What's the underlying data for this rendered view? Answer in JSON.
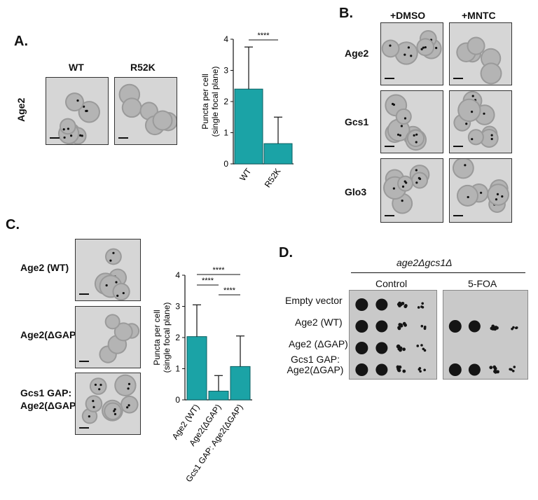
{
  "panels": {
    "A": {
      "letter": "A.",
      "row_label": "Age2",
      "col_labels": [
        "WT",
        "R52K"
      ]
    },
    "B": {
      "letter": "B.",
      "col_labels": [
        "+DMSO",
        "+MNTC"
      ],
      "row_labels": [
        "Age2",
        "Gcs1",
        "Glo3"
      ]
    },
    "C": {
      "letter": "C.",
      "row_labels": [
        "Age2 (WT)",
        "Age2(ΔGAP)",
        "Gcs1 GAP:\nAge2(ΔGAP)"
      ]
    },
    "D": {
      "letter": "D.",
      "strain": "age2Δgcs1Δ",
      "conditions": [
        "Control",
        "5-FOA"
      ],
      "rows": [
        "Empty vector",
        "Age2 (WT)",
        "Age2 (ΔGAP)",
        "Gcs1 GAP:\nAge2(ΔGAP)"
      ],
      "growth_control": [
        4,
        4,
        4,
        4
      ],
      "growth_5foa": [
        0,
        4,
        0,
        4
      ]
    }
  },
  "colors": {
    "bar": "#1ba3a6",
    "bar_stroke": "#0b5f61",
    "plate_bg": "#c9c9c9"
  },
  "chart_data": [
    {
      "type": "bar",
      "panel": "A",
      "categories": [
        "WT",
        "R52K"
      ],
      "values": [
        2.4,
        0.65
      ],
      "error": [
        1.35,
        0.85
      ],
      "ylabel": "Puncta per cell\n(single focal plane)",
      "ylim": [
        0,
        4
      ],
      "yticks": [
        0,
        1,
        2,
        3,
        4
      ],
      "significance": [
        {
          "pair": [
            0,
            1
          ],
          "label": "****"
        }
      ]
    },
    {
      "type": "bar",
      "panel": "C",
      "categories": [
        "Age2 (WT)",
        "Age2(ΔGAP)",
        "Gcs1 GAP: Age2(ΔGAP)"
      ],
      "values": [
        2.03,
        0.28,
        1.07
      ],
      "error": [
        1.02,
        0.5,
        0.98
      ],
      "ylabel": "Puncta per cell\n(single focal plane)",
      "ylim": [
        0,
        4
      ],
      "yticks": [
        0,
        1,
        2,
        3,
        4
      ],
      "significance": [
        {
          "pair": [
            0,
            2
          ],
          "label": "****"
        },
        {
          "pair": [
            0,
            1
          ],
          "label": "****"
        },
        {
          "pair": [
            1,
            2
          ],
          "label": "****"
        }
      ]
    }
  ]
}
